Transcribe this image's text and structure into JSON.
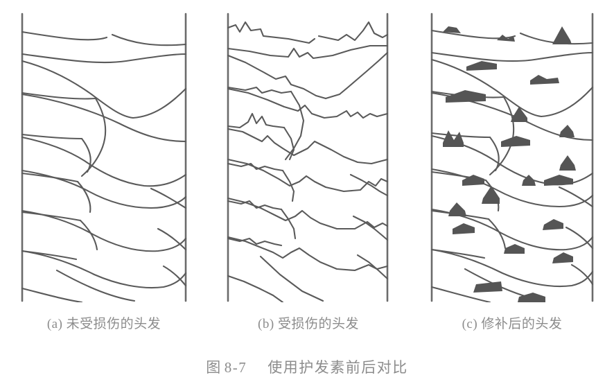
{
  "figure": {
    "title_label": "图",
    "title_number": "8-7",
    "title_text": "使用护发素前后对比",
    "title_full": "图 8-7　使用护发素前后对比"
  },
  "panels": [
    {
      "id": "a",
      "caption": "(a) 未受损伤的头发",
      "marker": "(a)",
      "caption_text": "未受损伤的头发",
      "description": "undamaged-hair-cuticle",
      "scale_edges": "smooth",
      "deposits": false
    },
    {
      "id": "b",
      "caption": "(b) 受损伤的头发",
      "marker": "(b)",
      "caption_text": "受损伤的头发",
      "description": "damaged-hair-cuticle",
      "scale_edges": "jagged",
      "deposits": false
    },
    {
      "id": "c",
      "caption": "(c) 修补后的头发",
      "marker": "(c)",
      "caption_text": "修补后的头发",
      "description": "repaired-hair-cuticle",
      "scale_edges": "smooth",
      "deposits": true
    }
  ],
  "colors": {
    "background": "#ffffff",
    "stroke": "#5a5a5a",
    "shaft_border": "#6b6b6b",
    "deposit_fill": "#555555",
    "text": "#8c8c8c"
  },
  "chart_data": {
    "type": "diagram",
    "title": "图 8-7　使用护发素前后对比",
    "subject": "hair-cuticle-scale-comparison",
    "panel_count": 3,
    "panel_labels": [
      "(a) 未受损伤的头发",
      "(b) 受损伤的头发",
      "(c) 修补后的头发"
    ],
    "legend": [],
    "notes": "Three schematic hair shafts drawn as vertical columns with overlapping cuticle scales."
  }
}
